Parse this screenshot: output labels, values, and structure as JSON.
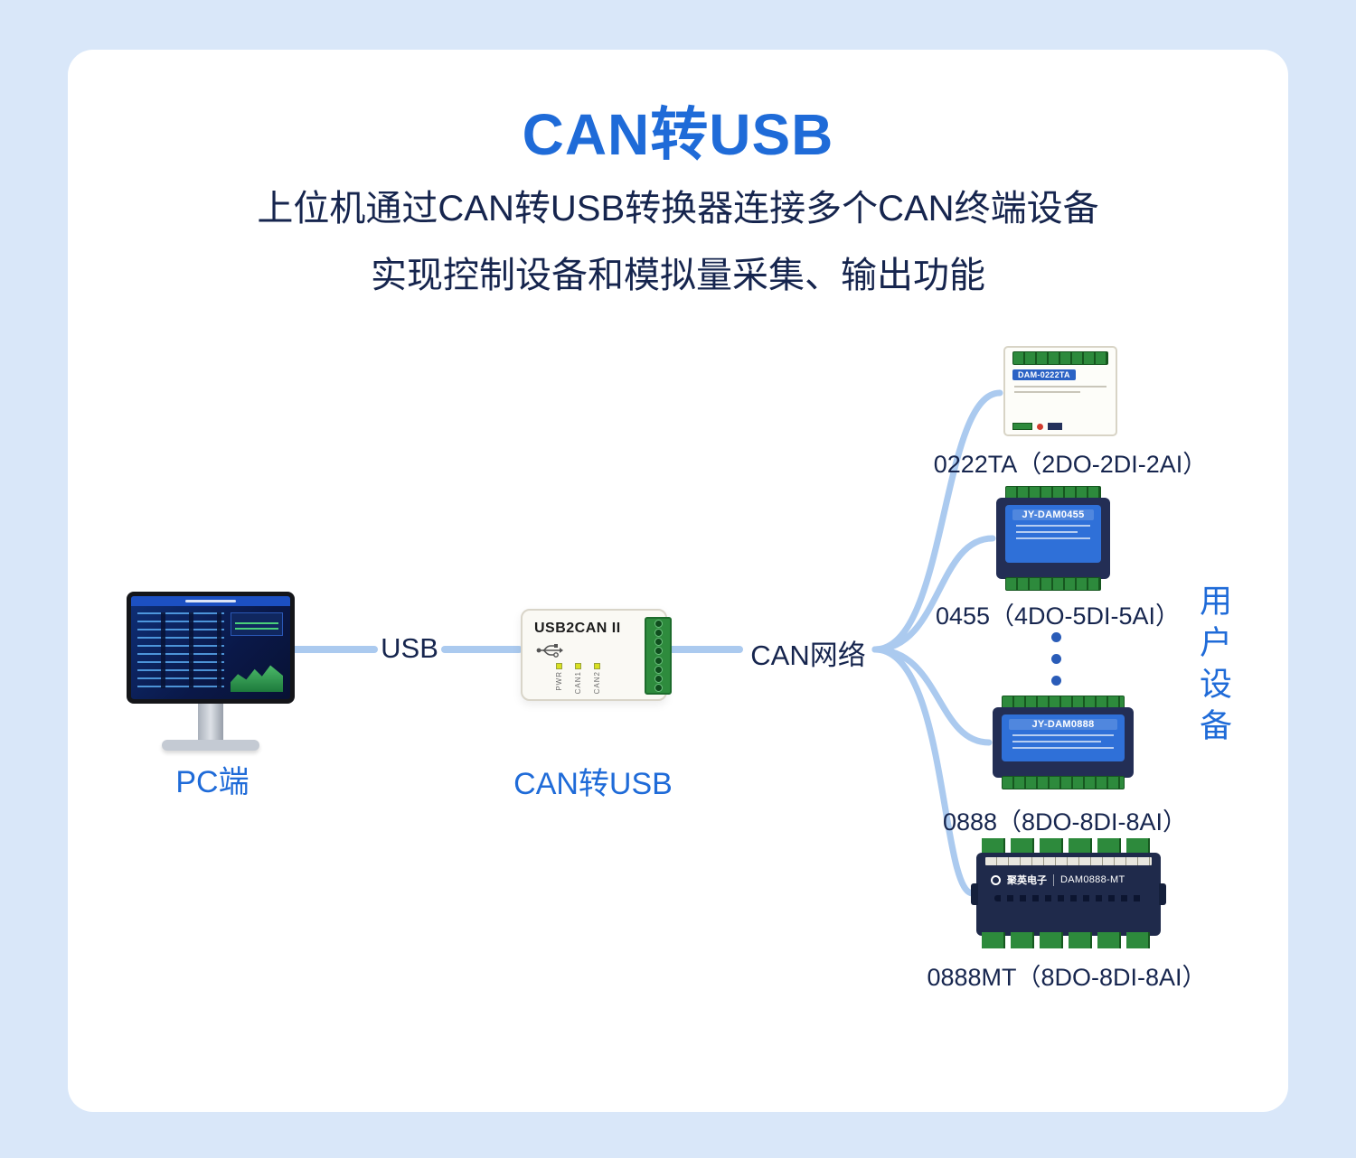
{
  "header": {
    "title": "CAN转USB",
    "subtitle1": "上位机通过CAN转USB转换器连接多个CAN终端设备",
    "subtitle2": "实现控制设备和模拟量采集、输出功能"
  },
  "labels": {
    "pc": "PC端",
    "converter": "CAN转USB",
    "usb": "USB",
    "can": "CAN网络",
    "user_devices": "用户设备"
  },
  "converter": {
    "model": "USB2CAN II",
    "leds": [
      "PWR",
      "CAN1",
      "CAN2"
    ]
  },
  "devices": [
    {
      "name": "DAM-0222TA",
      "caption": "0222TA（2DO-2DI-2AI）"
    },
    {
      "name": "JY-DAM0455",
      "caption": "0455（4DO-5DI-5AI）"
    },
    {
      "name": "JY-DAM0888",
      "caption": "0888（8DO-8DI-8AI）"
    },
    {
      "name": "DAM0888-MT",
      "brand": "聚英电子",
      "caption": "0888MT（8DO-8DI-8AI）"
    }
  ],
  "colors": {
    "accent_blue": "#1f6bd8",
    "navy_text": "#16254e",
    "connector": "#abcaef",
    "terminal_green": "#2e8b3d",
    "background": "#d9e7f9"
  }
}
